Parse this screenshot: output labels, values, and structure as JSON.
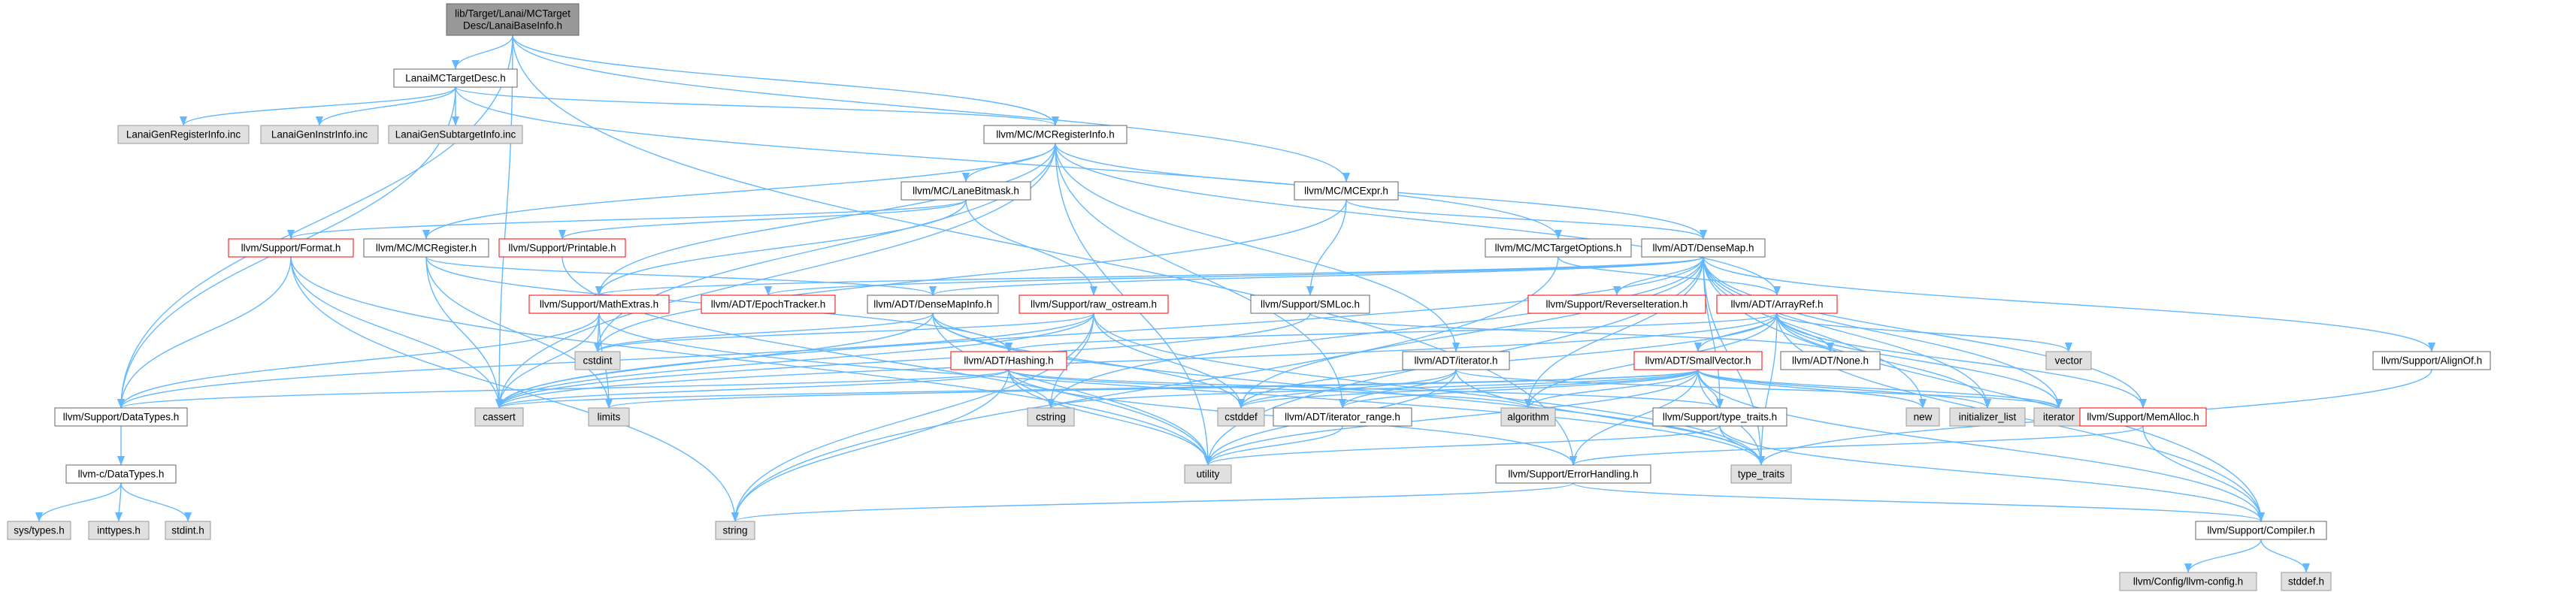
{
  "graph": {
    "colors": {
      "edge": "#63b8ff",
      "root_fill": "#999999",
      "normal_fill": "#ffffff",
      "normal_border": "#666666",
      "truncated_border": "#ff0000",
      "system_fill": "#e0e0e0",
      "system_border": "#999999",
      "text": "#000000"
    },
    "nodes": [
      {
        "id": "root",
        "label": "lib/Target/Lanai/MCTarget\nDesc/LanaiBaseInfo.h",
        "kind": "root"
      },
      {
        "id": "lanaimctargetdesc",
        "label": "LanaiMCTargetDesc.h",
        "kind": "normal"
      },
      {
        "id": "lanaigenregisterinfo",
        "label": "LanaiGenRegisterInfo.inc",
        "kind": "system"
      },
      {
        "id": "lanaigeninstrinfo",
        "label": "LanaiGenInstrInfo.inc",
        "kind": "system"
      },
      {
        "id": "lanaigensubtargetinfo",
        "label": "LanaiGenSubtargetInfo.inc",
        "kind": "system"
      },
      {
        "id": "mcregisterinfo",
        "label": "llvm/MC/MCRegisterInfo.h",
        "kind": "normal"
      },
      {
        "id": "lanebitmask",
        "label": "llvm/MC/LaneBitmask.h",
        "kind": "normal"
      },
      {
        "id": "mcexpr",
        "label": "llvm/MC/MCExpr.h",
        "kind": "normal"
      },
      {
        "id": "format",
        "label": "llvm/Support/Format.h",
        "kind": "truncated"
      },
      {
        "id": "mcregister",
        "label": "llvm/MC/MCRegister.h",
        "kind": "normal"
      },
      {
        "id": "printable",
        "label": "llvm/Support/Printable.h",
        "kind": "truncated"
      },
      {
        "id": "mctargetoptions",
        "label": "llvm/MC/MCTargetOptions.h",
        "kind": "normal"
      },
      {
        "id": "densemap",
        "label": "llvm/ADT/DenseMap.h",
        "kind": "normal"
      },
      {
        "id": "mathextras",
        "label": "llvm/Support/MathExtras.h",
        "kind": "truncated"
      },
      {
        "id": "epochtracker",
        "label": "llvm/ADT/EpochTracker.h",
        "kind": "truncated"
      },
      {
        "id": "densemapinfo",
        "label": "llvm/ADT/DenseMapInfo.h",
        "kind": "normal"
      },
      {
        "id": "rawostream",
        "label": "llvm/Support/raw_ostream.h",
        "kind": "truncated"
      },
      {
        "id": "smloc",
        "label": "llvm/Support/SMLoc.h",
        "kind": "normal"
      },
      {
        "id": "reverseiteration",
        "label": "llvm/Support/ReverseIteration.h",
        "kind": "truncated"
      },
      {
        "id": "arrayref",
        "label": "llvm/ADT/ArrayRef.h",
        "kind": "truncated"
      },
      {
        "id": "vector",
        "label": "vector",
        "kind": "system"
      },
      {
        "id": "alignof",
        "label": "llvm/Support/AlignOf.h",
        "kind": "normal"
      },
      {
        "id": "cstdint",
        "label": "cstdint",
        "kind": "system"
      },
      {
        "id": "hashing",
        "label": "llvm/ADT/Hashing.h",
        "kind": "truncated"
      },
      {
        "id": "adtiterator",
        "label": "llvm/ADT/iterator.h",
        "kind": "normal"
      },
      {
        "id": "smallvector",
        "label": "llvm/ADT/SmallVector.h",
        "kind": "truncated"
      },
      {
        "id": "none",
        "label": "llvm/ADT/None.h",
        "kind": "normal"
      },
      {
        "id": "datatypes",
        "label": "llvm/Support/DataTypes.h",
        "kind": "normal"
      },
      {
        "id": "cassert",
        "label": "cassert",
        "kind": "system"
      },
      {
        "id": "limits",
        "label": "limits",
        "kind": "system"
      },
      {
        "id": "cstring",
        "label": "cstring",
        "kind": "system"
      },
      {
        "id": "cstddef",
        "label": "cstddef",
        "kind": "system"
      },
      {
        "id": "iteratorrange",
        "label": "llvm/ADT/iterator_range.h",
        "kind": "normal"
      },
      {
        "id": "algorithm",
        "label": "algorithm",
        "kind": "system"
      },
      {
        "id": "typetraitsh",
        "label": "llvm/Support/type_traits.h",
        "kind": "normal"
      },
      {
        "id": "new",
        "label": "new",
        "kind": "system"
      },
      {
        "id": "initializerlist",
        "label": "initializer_list",
        "kind": "system"
      },
      {
        "id": "iterator",
        "label": "iterator",
        "kind": "system"
      },
      {
        "id": "memalloc",
        "label": "llvm/Support/MemAlloc.h",
        "kind": "truncated"
      },
      {
        "id": "cdatatypes",
        "label": "llvm-c/DataTypes.h",
        "kind": "normal"
      },
      {
        "id": "utility",
        "label": "utility",
        "kind": "system"
      },
      {
        "id": "errorhandling",
        "label": "llvm/Support/ErrorHandling.h",
        "kind": "normal"
      },
      {
        "id": "typetraits",
        "label": "type_traits",
        "kind": "system"
      },
      {
        "id": "systypes",
        "label": "sys/types.h",
        "kind": "system"
      },
      {
        "id": "inttypes",
        "label": "inttypes.h",
        "kind": "system"
      },
      {
        "id": "stdint",
        "label": "stdint.h",
        "kind": "system"
      },
      {
        "id": "string",
        "label": "string",
        "kind": "system"
      },
      {
        "id": "compiler",
        "label": "llvm/Support/Compiler.h",
        "kind": "normal"
      },
      {
        "id": "llvmconfig",
        "label": "llvm/Config/llvm-config.h",
        "kind": "system"
      },
      {
        "id": "stddef",
        "label": "stddef.h",
        "kind": "system"
      }
    ],
    "edges": [
      [
        "root",
        "lanaimctargetdesc"
      ],
      [
        "root",
        "mcregisterinfo"
      ],
      [
        "root",
        "mcexpr"
      ],
      [
        "root",
        "datatypes"
      ],
      [
        "root",
        "cassert"
      ],
      [
        "root",
        "errorhandling"
      ],
      [
        "lanaimctargetdesc",
        "lanaigenregisterinfo"
      ],
      [
        "lanaimctargetdesc",
        "lanaigeninstrinfo"
      ],
      [
        "lanaimctargetdesc",
        "lanaigensubtargetinfo"
      ],
      [
        "lanaimctargetdesc",
        "mcregisterinfo"
      ],
      [
        "lanaimctargetdesc",
        "mctargetoptions"
      ],
      [
        "lanaimctargetdesc",
        "datatypes"
      ],
      [
        "mcregisterinfo",
        "lanebitmask"
      ],
      [
        "mcregisterinfo",
        "mcregister"
      ],
      [
        "mcregisterinfo",
        "densemap"
      ],
      [
        "mcregisterinfo",
        "arrayref"
      ],
      [
        "mcregisterinfo",
        "adtiterator"
      ],
      [
        "mcregisterinfo",
        "iteratorrange"
      ],
      [
        "mcregisterinfo",
        "mathextras"
      ],
      [
        "mcregisterinfo",
        "cassert"
      ],
      [
        "mcregisterinfo",
        "cstdint"
      ],
      [
        "mcregisterinfo",
        "utility"
      ],
      [
        "lanebitmask",
        "format"
      ],
      [
        "lanebitmask",
        "printable"
      ],
      [
        "lanebitmask",
        "mathextras"
      ],
      [
        "lanebitmask",
        "rawostream"
      ],
      [
        "mcexpr",
        "densemap"
      ],
      [
        "mcexpr",
        "smloc"
      ],
      [
        "mcexpr",
        "cstdint"
      ],
      [
        "format",
        "datatypes"
      ],
      [
        "format",
        "cassert"
      ],
      [
        "format",
        "string"
      ],
      [
        "format",
        "utility"
      ],
      [
        "mcregister",
        "densemapinfo"
      ],
      [
        "mcregister",
        "hashing"
      ],
      [
        "mcregister",
        "cassert"
      ],
      [
        "mcregister",
        "limits"
      ],
      [
        "printable",
        "utility"
      ],
      [
        "mctargetoptions",
        "arrayref"
      ],
      [
        "mctargetoptions",
        "string"
      ],
      [
        "densemap",
        "densemapinfo"
      ],
      [
        "densemap",
        "epochtracker"
      ],
      [
        "densemap",
        "alignof"
      ],
      [
        "densemap",
        "compiler"
      ],
      [
        "densemap",
        "mathextras"
      ],
      [
        "densemap",
        "memalloc"
      ],
      [
        "densemap",
        "reverseiteration"
      ],
      [
        "densemap",
        "typetraitsh"
      ],
      [
        "densemap",
        "algorithm"
      ],
      [
        "densemap",
        "cassert"
      ],
      [
        "densemap",
        "cstddef"
      ],
      [
        "densemap",
        "cstring"
      ],
      [
        "densemap",
        "initializerlist"
      ],
      [
        "densemap",
        "iterator"
      ],
      [
        "densemap",
        "new"
      ],
      [
        "densemap",
        "typetraits"
      ],
      [
        "densemap",
        "utility"
      ],
      [
        "mathextras",
        "datatypes"
      ],
      [
        "mathextras",
        "cassert"
      ],
      [
        "mathextras",
        "cstdint"
      ],
      [
        "mathextras",
        "limits"
      ],
      [
        "mathextras",
        "typetraits"
      ],
      [
        "densemapinfo",
        "hashing"
      ],
      [
        "densemapinfo",
        "cassert"
      ],
      [
        "densemapinfo",
        "cstddef"
      ],
      [
        "densemapinfo",
        "cstdint"
      ],
      [
        "densemapinfo",
        "utility"
      ],
      [
        "densemapinfo",
        "typetraits"
      ],
      [
        "rawostream",
        "datatypes"
      ],
      [
        "rawostream",
        "cassert"
      ],
      [
        "rawostream",
        "cstddef"
      ],
      [
        "rawostream",
        "cstdint"
      ],
      [
        "rawostream",
        "cstring"
      ],
      [
        "rawostream",
        "string"
      ],
      [
        "rawostream",
        "typetraits"
      ],
      [
        "smloc",
        "none"
      ],
      [
        "smloc",
        "cassert"
      ],
      [
        "arrayref",
        "hashing"
      ],
      [
        "arrayref",
        "none"
      ],
      [
        "arrayref",
        "smallvector"
      ],
      [
        "arrayref",
        "compiler"
      ],
      [
        "arrayref",
        "algorithm"
      ],
      [
        "arrayref",
        "array"
      ],
      [
        "arrayref",
        "cassert"
      ],
      [
        "arrayref",
        "cstddef"
      ],
      [
        "arrayref",
        "initializerlist"
      ],
      [
        "arrayref",
        "iterator"
      ],
      [
        "arrayref",
        "typetraits"
      ],
      [
        "arrayref",
        "vector"
      ],
      [
        "arrayref",
        "memalloc"
      ],
      [
        "alignof",
        "typetraits"
      ],
      [
        "hashing",
        "datatypes"
      ],
      [
        "hashing",
        "errorhandling"
      ],
      [
        "hashing",
        "algorithm"
      ],
      [
        "hashing",
        "cassert"
      ],
      [
        "hashing",
        "cstring"
      ],
      [
        "hashing",
        "string"
      ],
      [
        "hashing",
        "tuple"
      ],
      [
        "hashing",
        "utility"
      ],
      [
        "hashing",
        "typetraitsh"
      ],
      [
        "adtiterator",
        "iteratorrange"
      ],
      [
        "adtiterator",
        "cstddef"
      ],
      [
        "adtiterator",
        "iterator"
      ],
      [
        "adtiterator",
        "typetraits"
      ],
      [
        "adtiterator",
        "utility"
      ],
      [
        "smallvector",
        "compiler"
      ],
      [
        "smallvector",
        "typetraitsh"
      ],
      [
        "smallvector",
        "algorithm"
      ],
      [
        "smallvector",
        "cassert"
      ],
      [
        "smallvector",
        "cstddef"
      ],
      [
        "smallvector",
        "cstdlib"
      ],
      [
        "smallvector",
        "cstring"
      ],
      [
        "smallvector",
        "functional"
      ],
      [
        "smallvector",
        "initializerlist"
      ],
      [
        "smallvector",
        "iterator"
      ],
      [
        "smallvector",
        "limits"
      ],
      [
        "smallvector",
        "memory"
      ],
      [
        "smallvector",
        "new"
      ],
      [
        "smallvector",
        "typetraits"
      ],
      [
        "smallvector",
        "utility"
      ],
      [
        "smallvector",
        "iteratorrange"
      ],
      [
        "smallvector",
        "errorhandling"
      ],
      [
        "datatypes",
        "cdatatypes"
      ],
      [
        "iteratorrange",
        "utility"
      ],
      [
        "typetraitsh",
        "typetraits"
      ],
      [
        "typetraitsh",
        "utility"
      ],
      [
        "typetraitsh",
        "compiler"
      ],
      [
        "memalloc",
        "compiler"
      ],
      [
        "memalloc",
        "errorhandling"
      ],
      [
        "cdatatypes",
        "inttypes"
      ],
      [
        "cdatatypes",
        "systypes"
      ],
      [
        "cdatatypes",
        "stdint"
      ],
      [
        "errorhandling",
        "compiler"
      ],
      [
        "errorhandling",
        "string"
      ],
      [
        "compiler",
        "llvmconfig"
      ],
      [
        "compiler",
        "stddef"
      ]
    ]
  }
}
